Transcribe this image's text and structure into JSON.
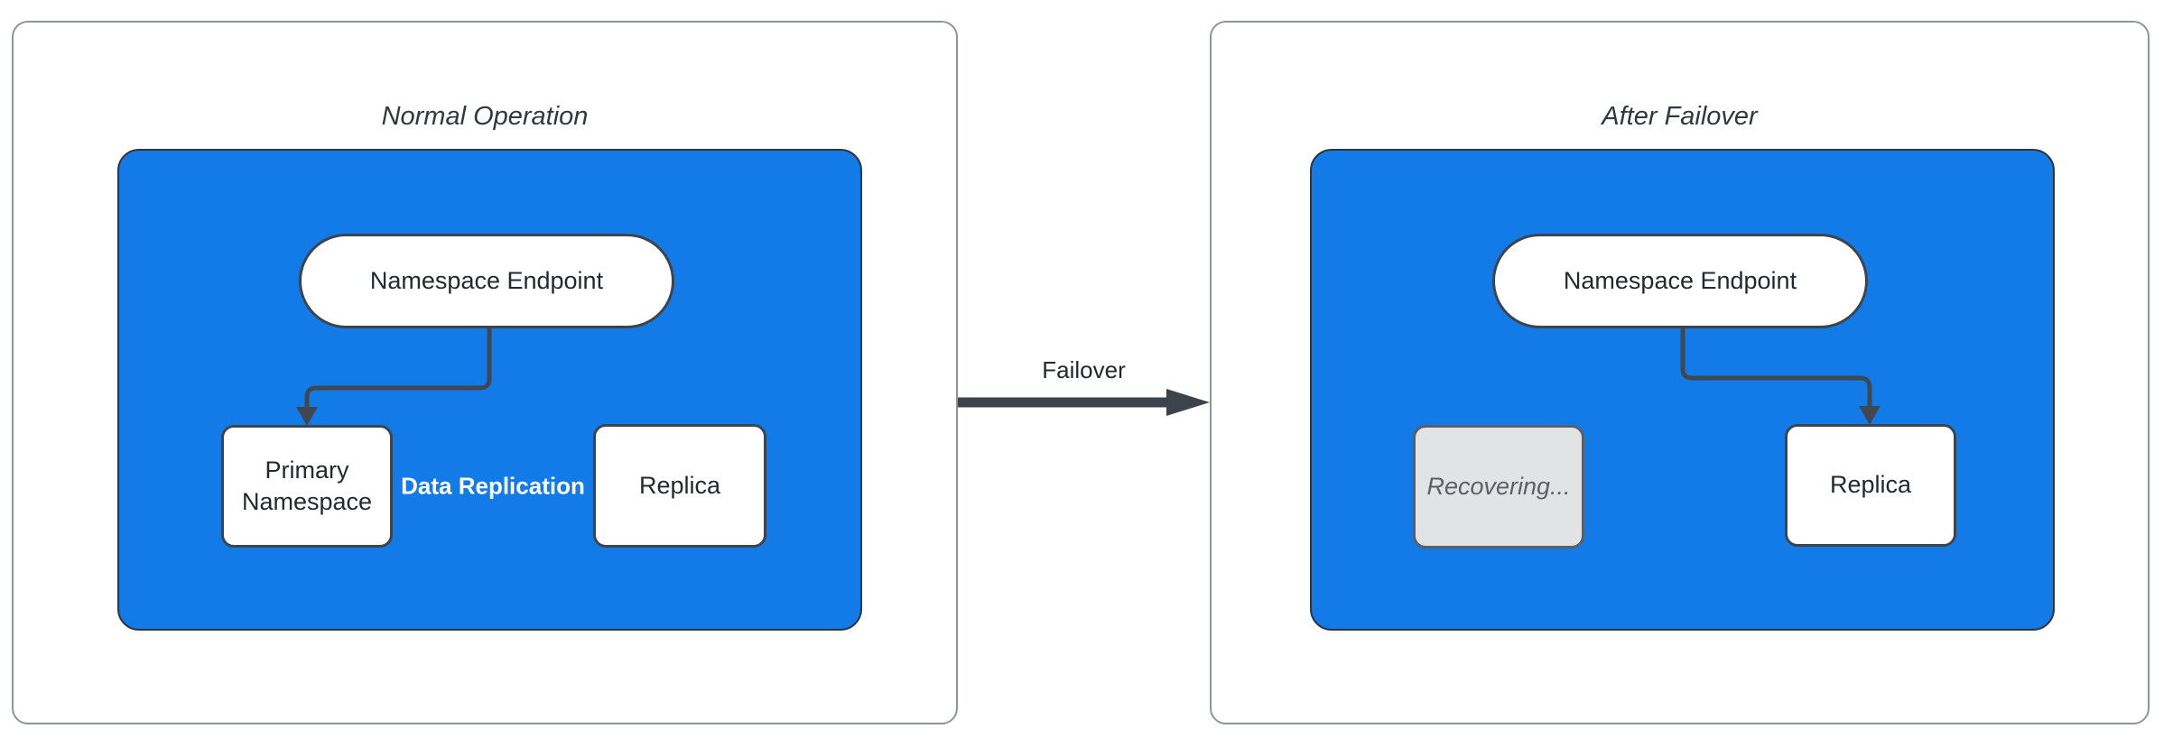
{
  "diagram": {
    "type": "failover-flow-diagram",
    "background": "#ffffff",
    "colors": {
      "container_fill": "#137be7",
      "container_border": "#30363c",
      "node_fill": "#ffffff",
      "node_border": "#3e444b",
      "node_text": "#24292e",
      "disabled_node_fill": "#e2e3e5",
      "disabled_node_border": "#5b6065",
      "disabled_node_text": "#5c6167",
      "edge_color": "#40474f",
      "edge_label_text": "#ffffff",
      "panel_border": "#8f9499",
      "title_text": "#33383d"
    },
    "panels": [
      {
        "title": "Normal Operation",
        "nodes": {
          "endpoint": "Namespace Endpoint",
          "primary": "Primary Namespace",
          "replica": "Replica"
        },
        "edges": [
          {
            "from": "endpoint",
            "to": "primary",
            "label": ""
          },
          {
            "from": "primary",
            "to": "replica",
            "label": "Data Replication"
          }
        ]
      },
      {
        "title": "After Failover",
        "nodes": {
          "endpoint": "Namespace Endpoint",
          "recovering": "Recovering...",
          "replica": "Replica"
        },
        "edges": [
          {
            "from": "endpoint",
            "to": "replica",
            "label": ""
          }
        ]
      }
    ],
    "transition": {
      "label": "Failover",
      "from_panel": "Normal Operation",
      "to_panel": "After Failover"
    }
  }
}
